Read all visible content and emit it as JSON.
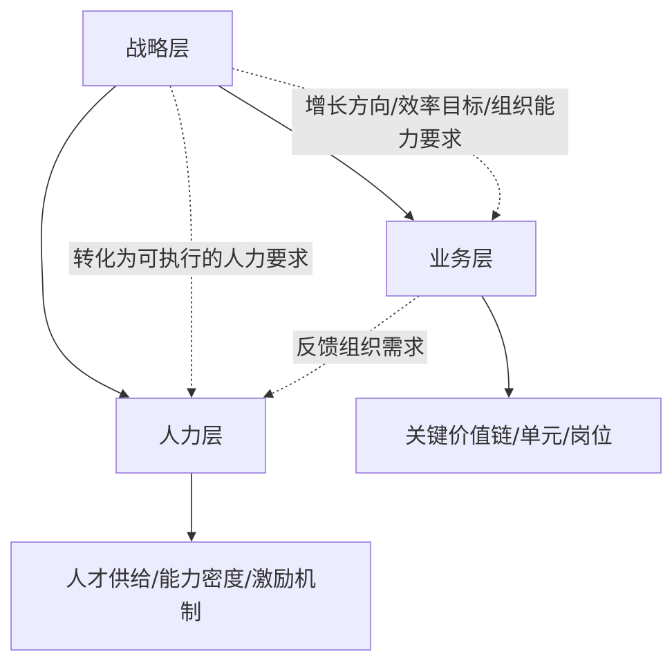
{
  "nodes": {
    "strategy": {
      "label": "战略层"
    },
    "business": {
      "label": "业务层"
    },
    "hr": {
      "label": "人力层"
    },
    "value_chain": {
      "label": "关键价值链/单元/岗位"
    },
    "talent": {
      "label_lines": [
        "人才供给/能力密度/激励机",
        "制"
      ]
    }
  },
  "edge_labels": {
    "strategy_to_business": {
      "lines": [
        "增长方向/效率目标/组织能",
        "力要求"
      ]
    },
    "strategy_to_hr": {
      "label": "转化为可执行的人力要求"
    },
    "business_to_hr": {
      "label": "反馈组织需求"
    }
  },
  "colors": {
    "node_fill": "#ECECFF",
    "node_stroke": "#9370DB",
    "edge": "#333333",
    "edge_label_bg": "#e8e8e8"
  }
}
